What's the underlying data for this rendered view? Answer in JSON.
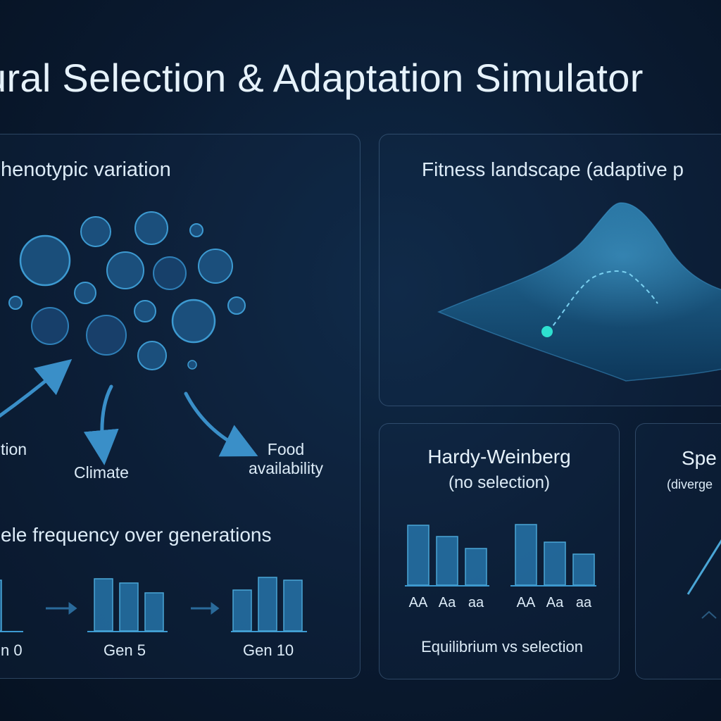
{
  "title": "ural Selection & Adaptation Simulator",
  "variation": {
    "heading": "henotypic variation",
    "pressures": [
      {
        "label_lines": [
          "tion"
        ]
      },
      {
        "label_lines": [
          "Climate"
        ]
      },
      {
        "label_lines": [
          "Food",
          "availability"
        ]
      }
    ]
  },
  "allele": {
    "heading": "ele frequency over generations",
    "generations": [
      {
        "label": "n 0",
        "values": [
          0.72
        ]
      },
      {
        "label": "Gen 5",
        "values": [
          0.74,
          0.68,
          0.54
        ]
      },
      {
        "label": "Gen 10",
        "values": [
          0.58,
          0.76,
          0.72
        ]
      }
    ]
  },
  "fitness": {
    "heading": "Fitness landscape (adaptive p"
  },
  "hardy_weinberg": {
    "title": "Hardy-Weinberg",
    "subtitle": "(no selection)",
    "charts": [
      {
        "categories": [
          "AA",
          "Aa",
          "aa"
        ],
        "values": [
          0.85,
          0.69,
          0.52
        ]
      },
      {
        "categories": [
          "AA",
          "Aa",
          "aa"
        ],
        "values": [
          0.86,
          0.61,
          0.44
        ]
      }
    ],
    "caption": "Equilibrium vs selection"
  },
  "speciation": {
    "title": "Spe",
    "subtitle": "(diverge"
  },
  "colors": {
    "background": "#0a1a30",
    "accent": "#2ee0d0",
    "bar": "#2a7fb8",
    "cell_fill": "#1b4f7c",
    "cell_stroke": "#3d9ad1"
  }
}
